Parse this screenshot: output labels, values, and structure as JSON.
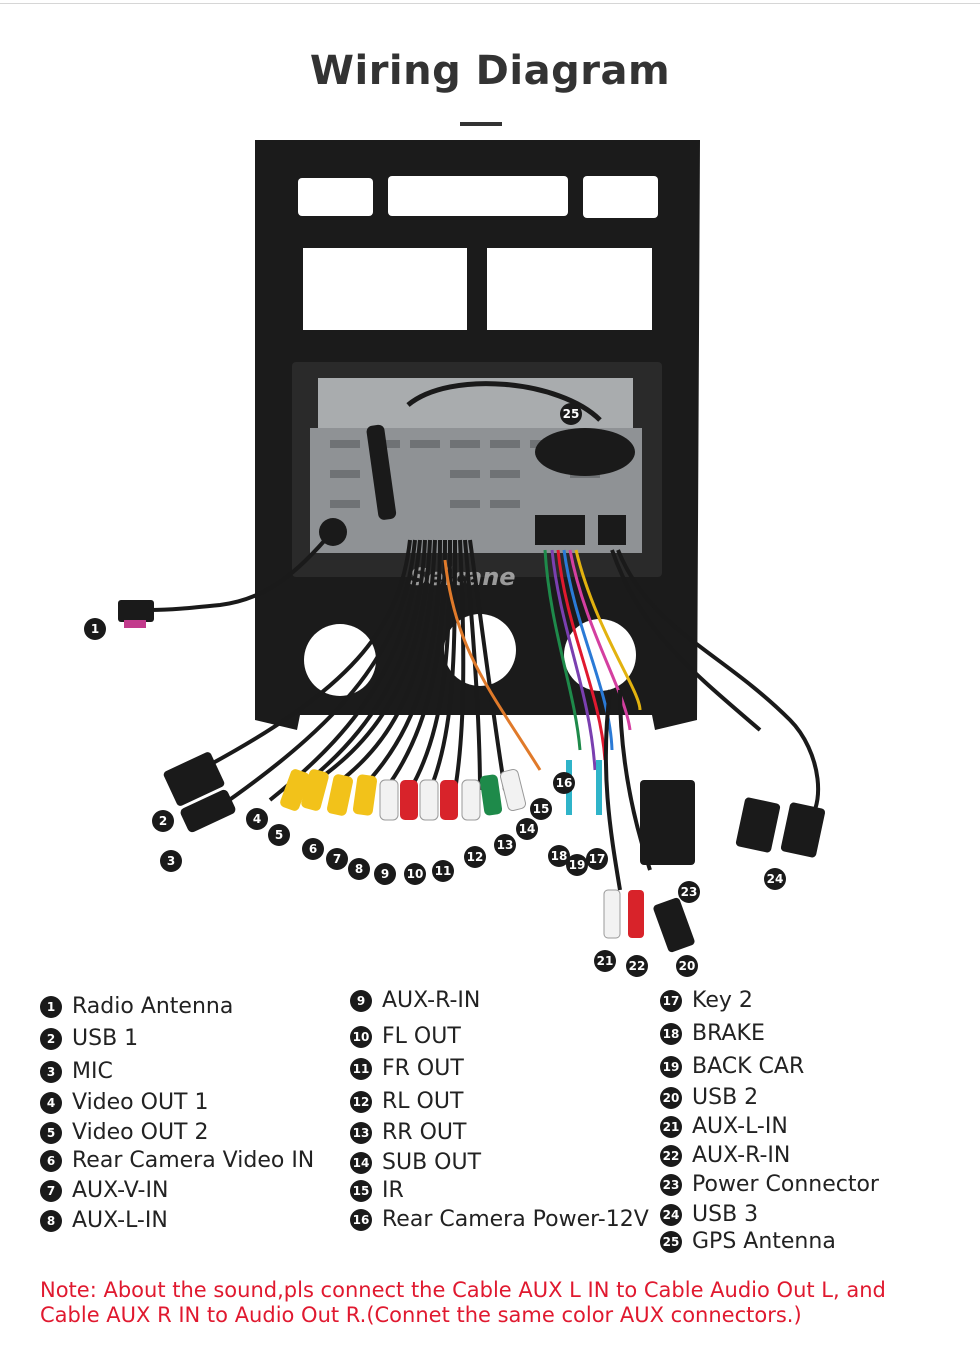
{
  "title": "Wiring Diagram",
  "watermark": "Seicane",
  "callouts": [
    "1",
    "2",
    "3",
    "4",
    "5",
    "6",
    "7",
    "8",
    "9",
    "10",
    "11",
    "12",
    "13",
    "14",
    "15",
    "16",
    "17",
    "18",
    "19",
    "20",
    "21",
    "22",
    "23",
    "24",
    "25"
  ],
  "legend": {
    "col1": [
      {
        "num": "1",
        "label": "Radio Antenna"
      },
      {
        "num": "2",
        "label": "USB 1"
      },
      {
        "num": "3",
        "label": "MIC"
      },
      {
        "num": "4",
        "label": "Video OUT 1"
      },
      {
        "num": "5",
        "label": "Video OUT 2"
      },
      {
        "num": "6",
        "label": "Rear Camera Video IN"
      },
      {
        "num": "7",
        "label": "AUX-V-IN"
      },
      {
        "num": "8",
        "label": "AUX-L-IN"
      }
    ],
    "col2": [
      {
        "num": "9",
        "label": "AUX-R-IN"
      },
      {
        "num": "10",
        "label": "FL OUT"
      },
      {
        "num": "11",
        "label": "FR OUT"
      },
      {
        "num": "12",
        "label": "RL OUT"
      },
      {
        "num": "13",
        "label": "RR OUT"
      },
      {
        "num": "14",
        "label": "SUB OUT"
      },
      {
        "num": "15",
        "label": "IR"
      },
      {
        "num": "16",
        "label": "Rear Camera Power-12V"
      }
    ],
    "col3": [
      {
        "num": "17",
        "label": "Key 2"
      },
      {
        "num": "18",
        "label": "BRAKE"
      },
      {
        "num": "19",
        "label": "BACK CAR"
      },
      {
        "num": "20",
        "label": "USB 2"
      },
      {
        "num": "21",
        "label": "AUX-L-IN"
      },
      {
        "num": "22",
        "label": "AUX-R-IN"
      },
      {
        "num": "23",
        "label": "Power Connector"
      },
      {
        "num": "24",
        "label": "USB 3"
      },
      {
        "num": "25",
        "label": "GPS Antenna"
      }
    ]
  },
  "note": "Note: About the sound,pls connect the Cable AUX L IN to Cable Audio Out L, and Cable AUX R IN to  Audio Out R.(Connet the same color AUX connectors.)",
  "colors": {
    "note": "#e0192f",
    "frame": "#1b1b1b",
    "rca_yellow": "#f2c21a",
    "rca_red": "#d8232a",
    "rca_white": "#f2f2f2",
    "rca_green": "#1e8a4a"
  }
}
